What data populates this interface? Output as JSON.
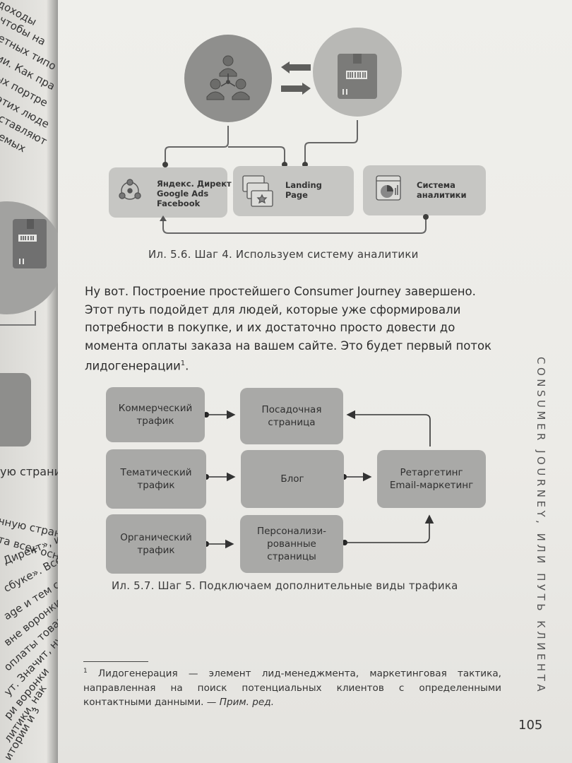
{
  "left_page": {
    "fragments": [
      "доходы",
      ", чтобы на",
      "ретных типо",
      "рии. Как пра",
      "ных портре",
      "я этих люде",
      "составляют",
      "гаемых"
    ],
    "lower_fragments": [
      "ую страницу",
      "чную страни",
      "та всех основ",
      "Директ», и Go",
      "сбуке». Все он",
      "age и тем сам",
      "вне воронки (з",
      "оплаты товар",
      "ут. Значит, ну",
      "ри воронки",
      "литики, нак",
      "итории и з"
    ]
  },
  "figure_56": {
    "pills": {
      "ads": [
        "Яндекс. Директ",
        "Google Ads",
        "Facebook"
      ],
      "landing": [
        "Landing",
        "Page"
      ],
      "analytics": [
        "Система",
        "аналитики"
      ]
    },
    "caption": "Ил. 5.6. Шаг 4. Используем систему аналитики"
  },
  "paragraph": {
    "lines": [
      "Ну вот. Построение простейшего Consumer Journey завершено.",
      "Этот путь подойдет для людей, которые уже сформировали",
      "потребности в покупке, и их достаточно просто довести до",
      "момента оплаты заказа на вашем сайте. Это будет первый поток",
      "лидогенерации"
    ],
    "footnote_mark": "1"
  },
  "figure_57": {
    "boxes": {
      "commercial": [
        "Коммерческий",
        "трафик"
      ],
      "thematic": [
        "Тематический",
        "трафик"
      ],
      "organic": [
        "Органический",
        "трафик"
      ],
      "landing": [
        "Посадочная",
        "страница"
      ],
      "blog": [
        "Блог"
      ],
      "personal": [
        "Персонализи-",
        "рованные",
        "страницы"
      ],
      "retarget": [
        "Ретаргетинг",
        "Email-маркетинг"
      ]
    },
    "caption": "Ил. 5.7. Шаг 5. Подключаем дополнительные виды трафика"
  },
  "footnote": {
    "mark": "1",
    "text": " Лидогенерация — элемент лид-менеджмента, маркетинговая тактика, направленная на поиск потенциальных клиентов с определенными контактными данными. — ",
    "italic": "Прим. ред."
  },
  "running_head": "CONSUMER JOURNEY, ИЛИ ПУТЬ КЛИЕНТА",
  "page_number": "105"
}
